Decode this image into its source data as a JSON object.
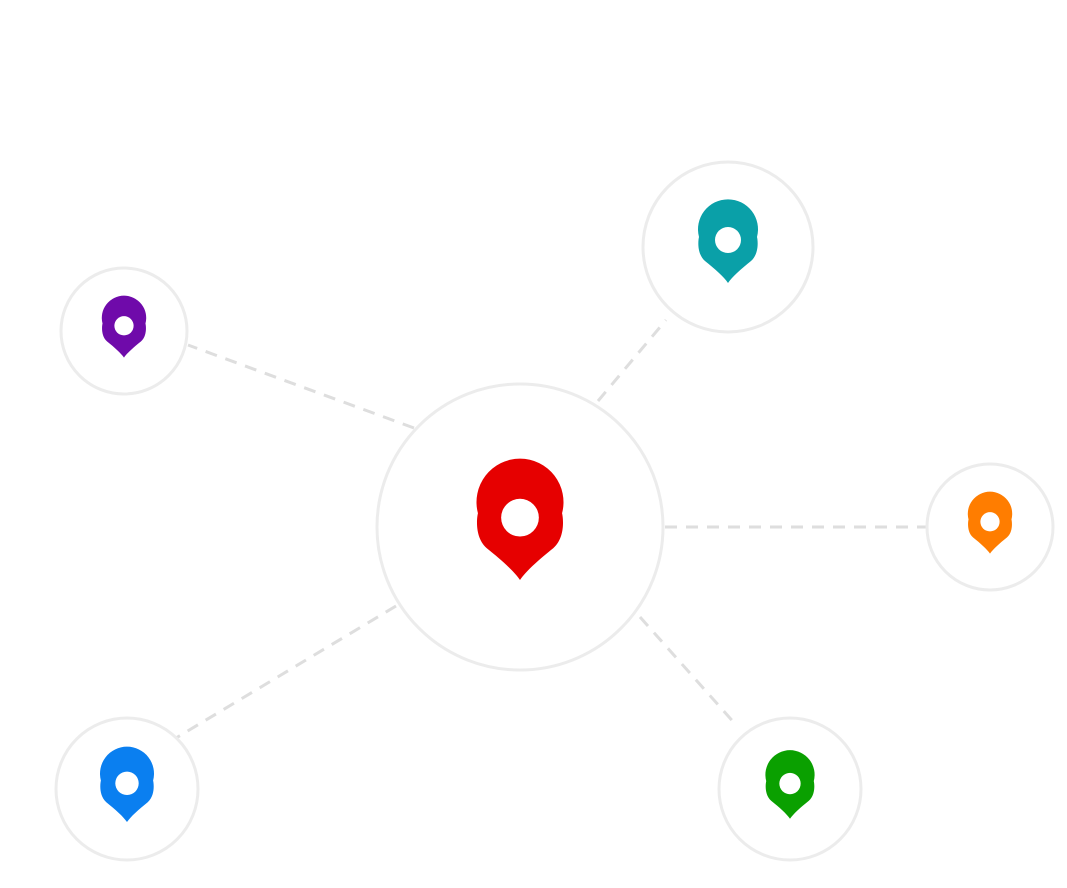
{
  "diagram": {
    "hub": {
      "name": "center",
      "icon": "map-pin-icon",
      "color": "#e60000"
    },
    "satellites": [
      {
        "name": "top-right",
        "icon": "map-pin-icon",
        "color": "#0aa0a8"
      },
      {
        "name": "left",
        "icon": "map-pin-icon",
        "color": "#6f0aaa"
      },
      {
        "name": "right",
        "icon": "map-pin-icon",
        "color": "#ff7d00"
      },
      {
        "name": "bottom-left",
        "icon": "map-pin-icon",
        "color": "#0a7ff0"
      },
      {
        "name": "bottom-right",
        "icon": "map-pin-icon",
        "color": "#0aa000"
      }
    ],
    "connector_color": "#dedede",
    "node_border_color": "#ececec"
  }
}
